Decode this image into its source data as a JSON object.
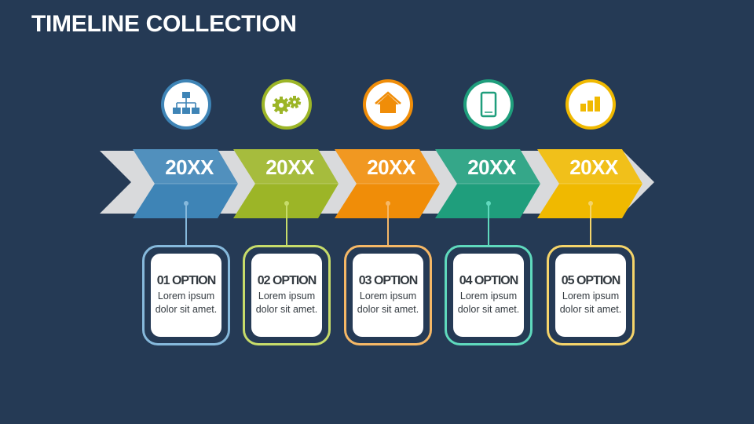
{
  "title": "TIMELINE COLLECTION",
  "steps": [
    {
      "year": "20XX",
      "option": "01 OPTION",
      "text": "Lorem ipsum dolor sit amet.",
      "color": "#3e84b6",
      "border": "#86b9dc",
      "icon": "hierarchy-icon"
    },
    {
      "year": "20XX",
      "option": "02 OPTION",
      "text": "Lorem ipsum dolor sit amet.",
      "color": "#9cb527",
      "border": "#c7dc6a",
      "icon": "gears-icon"
    },
    {
      "year": "20XX",
      "option": "03 OPTION",
      "text": "Lorem ipsum dolor sit amet.",
      "color": "#f08d08",
      "border": "#f6b866",
      "icon": "home-icon"
    },
    {
      "year": "20XX",
      "option": "04 OPTION",
      "text": "Lorem ipsum dolor sit amet.",
      "color": "#1f9e7c",
      "border": "#5fd9bd",
      "icon": "tablet-icon"
    },
    {
      "year": "20XX",
      "option": "05 OPTION",
      "text": "Lorem ipsum dolor sit amet.",
      "color": "#f0b900",
      "border": "#f5d46a",
      "icon": "bar-chart-icon"
    }
  ],
  "arrow_gray": "#d9dadc"
}
